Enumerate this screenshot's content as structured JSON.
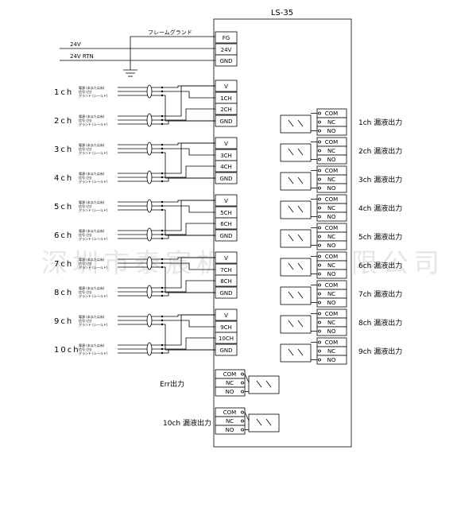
{
  "diagram": {
    "title": "LS-35",
    "fg_label": "フレームグランド",
    "wire_24v": "24V",
    "wire_24v_rtn": "24V RTN",
    "power_terminals": [
      "FG",
      "24V",
      "GND"
    ],
    "sensor_cable_labels": [
      "電源 (本または赤)",
      "信号 (白)",
      "グランド (シールド)"
    ],
    "input_groups": [
      {
        "terminals": [
          "V",
          "1CH",
          "2CH",
          "GND"
        ],
        "channels": [
          "1ch",
          "2ch"
        ]
      },
      {
        "terminals": [
          "V",
          "3CH",
          "4CH",
          "GND"
        ],
        "channels": [
          "3ch",
          "4ch"
        ]
      },
      {
        "terminals": [
          "V",
          "5CH",
          "6CH",
          "GND"
        ],
        "channels": [
          "5ch",
          "6ch"
        ]
      },
      {
        "terminals": [
          "V",
          "7CH",
          "8CH",
          "GND"
        ],
        "channels": [
          "7ch",
          "8ch"
        ]
      },
      {
        "terminals": [
          "V",
          "9CH",
          "10CH",
          "GND"
        ],
        "channels": [
          "9ch",
          "10ch"
        ]
      }
    ],
    "relay_terminals": [
      "COM",
      "NC",
      "NO"
    ],
    "relay_outputs": [
      "1ch 漏液出力",
      "2ch 漏液出力",
      "3ch 漏液出力",
      "4ch 漏液出力",
      "5ch 漏液出力",
      "6ch 漏液出力",
      "7ch 漏液出力",
      "8ch 漏液出力",
      "9ch 漏液出力"
    ],
    "err_output": "Err出力",
    "ch10_output": "10ch 漏液出力",
    "watermark": "深圳市泰宸机电贸易有限公司"
  }
}
